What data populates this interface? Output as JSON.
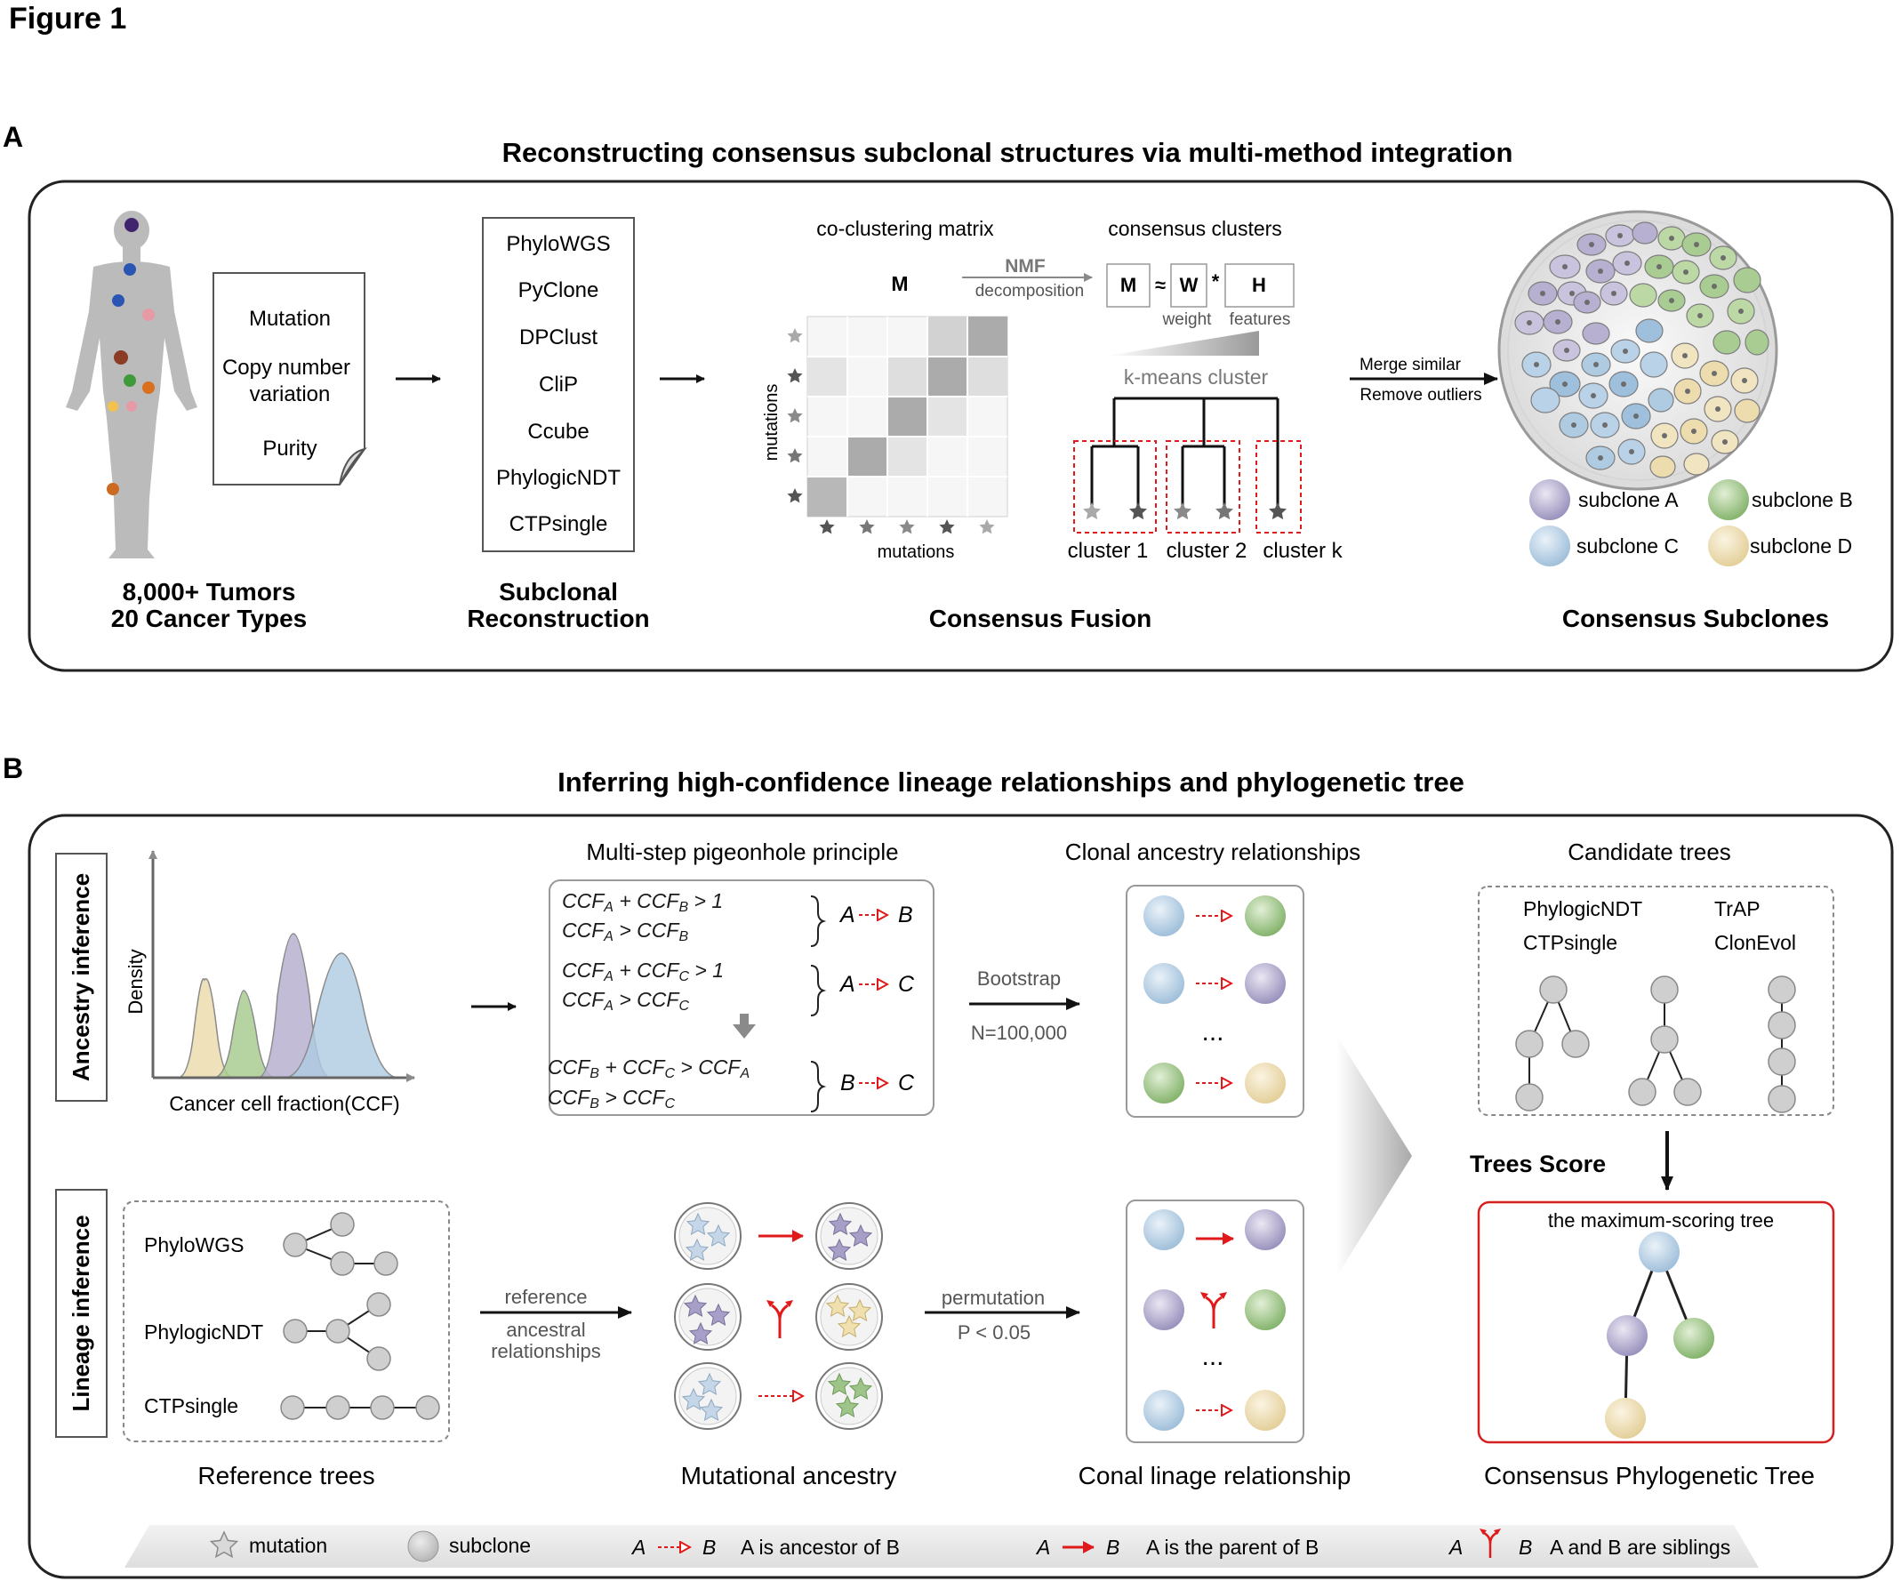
{
  "figure_title": "Figure 1",
  "panel_a": {
    "letter": "A",
    "title": "Reconstructing consensus subclonal structures via multi-method integration",
    "inputs": [
      "Mutation",
      "Copy number",
      "variation",
      "Purity"
    ],
    "tumors_line1": "8,000+ Tumors",
    "tumors_line2": "20 Cancer Types",
    "methods": [
      "PhyloWGS",
      "PyClone",
      "DPClust",
      "CliP",
      "Ccube",
      "PhylogicNDT",
      "CTPsingle"
    ],
    "recon_line1": "Subclonal",
    "recon_line2": "Reconstruction",
    "matrix_title": "co-clustering  matrix",
    "clusters_title": "consensus clusters",
    "m_label": "M",
    "nmf_label": "NMF",
    "decomposition_label": "decomposition",
    "eq_m": "M",
    "eq_approx": "≈",
    "eq_w": "W",
    "eq_times": "*",
    "eq_h": "H",
    "weight_label": "weight",
    "features_label": "features",
    "kmeans_label": "k-means cluster",
    "mutations_axis": "mutations",
    "cluster_labels": [
      "cluster 1",
      "cluster 2",
      "cluster k"
    ],
    "fusion_label": "Consensus Fusion",
    "merge_label": "Merge similar",
    "remove_label": "Remove outliers",
    "subclones_label": "Consensus Subclones",
    "subclone_legend": [
      {
        "label": "subclone A",
        "color": "#b7b0d0"
      },
      {
        "label": "subclone B",
        "color": "#a9cc92"
      },
      {
        "label": "subclone C",
        "color": "#aecbe2"
      },
      {
        "label": "subclone D",
        "color": "#ecdcae"
      }
    ]
  },
  "panel_b": {
    "letter": "B",
    "title": "Inferring high-confidence lineage relationships and  phylogenetic tree",
    "ancestry_label": "Ancestry inference",
    "lineage_label": "Lineage inference",
    "density_label": "Density",
    "ccf_label": "Cancer cell fraction(CCF)",
    "pigeonhole_title": "Multi-step pigeonhole principle",
    "clonal_title": "Clonal ancestry relationships",
    "candidate_title": "Candidate trees",
    "bootstrap": "Bootstrap",
    "n_label": "N=100,000",
    "ellipsis": "...",
    "candidate_methods": [
      "PhylogicNDT",
      "TrAP",
      "CTPsingle",
      "ClonEvol"
    ],
    "trees_score": "Trees Score",
    "max_tree": "the maximum-scoring tree",
    "reference_methods": [
      "PhyloWGS",
      "PhylogicNDT",
      "CTPsingle"
    ],
    "reference_label": "reference",
    "ancestral_line1": "ancestral",
    "ancestral_line2": "relationships",
    "permutation": "permutation",
    "p_value": "P < 0.05",
    "reference_trees": "Reference trees",
    "mutational_ancestry": "Mutational ancestry",
    "lineage_rel": "Conal linage relationship",
    "consensus_tree": "Consensus Phylogenetic Tree",
    "legend_mutation": "mutation",
    "legend_subclone": "subclone",
    "legend_ancestor": "A is ancestor of B",
    "legend_parent": "A is the parent of B",
    "legend_sibling": "A and B are siblings",
    "letter_a": "A",
    "letter_b": "B",
    "letter_c": "C"
  }
}
